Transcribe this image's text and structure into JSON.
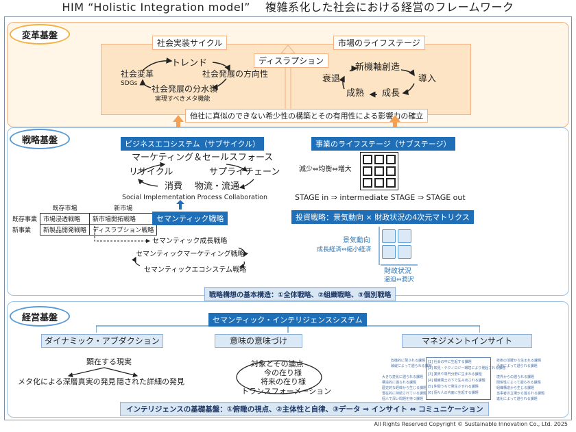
{
  "title": "HIM “Holistic Integration model”　 複雑系化した社会における経営のフレームワーク",
  "colors": {
    "orange": "#f5b041",
    "blue": "#1f6fb8",
    "light_blue": "#dbe8f6",
    "peach": "#fce4c4"
  },
  "band1": {
    "name": "変革基盤",
    "social_cycle": {
      "title": "社会実装サイクル",
      "trend": "トレンド",
      "social_change": "社会変革",
      "sdgs": "SDGs",
      "direction": "社会発展の方向性",
      "watershed": "社会発展の分水嶺",
      "meta_function": "実現すべきメタ機能"
    },
    "disruption": "ディスラプション",
    "market_life": {
      "title": "市場のライフステージ",
      "new_axis": "新機軸創造",
      "decline": "衰退",
      "introduce": "導入",
      "mature": "成熟",
      "growth": "成長"
    },
    "bottom_banner": "他社に真似のできない希少性の構築とその有用性による影響力の確立"
  },
  "band2": {
    "name": "戦略基盤",
    "ecosystem_title": "ビジネスエコシステム（サブサイクル）",
    "marketing_sales": "マーケティング＆セールスフォース",
    "recycle": "リサイクル",
    "supply_chain": "サプライチェーン",
    "consumption": "消費",
    "logistics": "物流・流通",
    "spc": "Social Implementation Process Collaboration",
    "business_life_title": "事業のライフステージ（サブステージ）",
    "grid_label": "減少⇔均衡⇔増大",
    "stage_line": "STAGE in ⇒ intermediate STAGE ⇒ STAGE out",
    "matrix_table": {
      "col_headers": [
        "既存市場",
        "新市場"
      ],
      "rows": [
        {
          "label": "既存事業",
          "cells": [
            "市場浸透戦略",
            "新市場開拓戦略"
          ]
        },
        {
          "label": "新事業",
          "cells": [
            "新製品開発戦略",
            "ディスラプション戦略"
          ]
        }
      ]
    },
    "semantic_strategy": "セマンティック戦略",
    "semantic_growth": "セマンティック成長戦略",
    "semantic_marketing": "セマンティックマーケティング戦略",
    "semantic_ecosystem": "セマンティックエコシステム戦略",
    "investment_strategy": "投資戦略：景気動向 × 財政状況の4次元マトリクス",
    "economy_trend": "景気動向",
    "growth_shrink": "成長経済⇔縮小経済",
    "fiscal_status": "財政状況",
    "abundant_deficient": "逼迫⇔潤沢",
    "footer_label": "戦略構想の基本構造：①全体戦略、②組織戦略、③個別戦略"
  },
  "band3": {
    "name": "経営基盤",
    "system_title": "セマンティック・インテリジェンスシステム",
    "dynamic": {
      "title": "ダイナミック・アブダクション",
      "manifest": "顕在する現実",
      "left": "メタ化による深層真実の発見",
      "right": "隠された詳細の発見"
    },
    "meaning": {
      "title": "意味の意味づけ",
      "l1": "対象とその論点",
      "l2": "今の在り様",
      "l3": "将来の在り様",
      "l4": "トランスフォーメーション"
    },
    "insight": {
      "title": "マネジメントインサイト",
      "center_items": [
        "[1] 社会の中に生起する課題",
        "[2] 知見・テクノロジー環境により発起される課題",
        "[3] 業界や専門分野に生まれる課題",
        "[4] 組織風土の下で生み出される課題",
        "[5] 仲間うちで発生させれる課題",
        "[6] 個々人の内面に生起する課題"
      ],
      "left_items": [
        "危機的に現される課題",
        "破綻によって遡られる課題",
        "大きな変化に遡られる課題",
        "構造的に遡られる課題",
        "歴史的な経緯から生じる課題",
        "潜在的に持続されている課題",
        "個人で深い問題を持つ課題"
      ],
      "right_items": [
        "技術の活躍から生まれる課題",
        "活用によって遡られる課題",
        "境界からの遡られる課題",
        "関係性によって遡られる課題",
        "組織構造から生じる課題",
        "当事者の立場から遡られる課題",
        "進化によって遡られる課題"
      ]
    },
    "footer_label": "インテリジェンスの基礎基盤：①俯瞰の視点、②主体性と自律、③データ ⇒ インサイト ⇔ コミュニケーション"
  },
  "copyright": "All Rights Reserved Copyright © Sustainable Innovation Co., Ltd. 2025"
}
